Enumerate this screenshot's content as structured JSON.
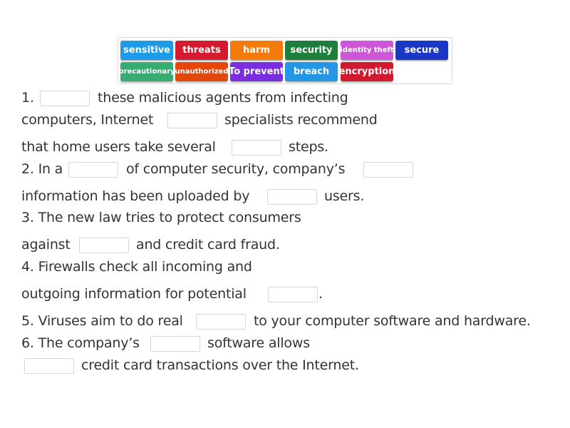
{
  "word_bank": [
    {
      "label": "sensitive",
      "color": "#1e9be8"
    },
    {
      "label": "threats",
      "color": "#d51a2f"
    },
    {
      "label": "harm",
      "color": "#f57a0c"
    },
    {
      "label": "security",
      "color": "#1c7f3c"
    },
    {
      "label": "identity theft",
      "color": "#cc55d8"
    },
    {
      "label": "secure",
      "color": "#1a37c6"
    },
    {
      "label": "precautionary",
      "color": "#36ac71"
    },
    {
      "label": "unauthorized",
      "color": "#e5460b"
    },
    {
      "label": "To prevent",
      "color": "#7a2ee0"
    },
    {
      "label": "breach",
      "color": "#2496e6"
    },
    {
      "label": "encryption",
      "color": "#d11a30"
    }
  ],
  "text": {
    "l1a": "1.",
    "l1b": "these malicious agents from infecting",
    "l2a": "computers, Internet",
    "l2b": "specialists recommend",
    "l3a": "that home users take several",
    "l3b": "steps.",
    "l4a": "2. In a",
    "l4b": "of computer security, company’s",
    "l5a": "information has been uploaded by",
    "l5b": "users.",
    "l6": "3. The new law tries to protect consumers",
    "l7a": "against",
    "l7b": "and credit card fraud.",
    "l8": "4. Firewalls check all incoming and",
    "l9a": "outgoing information for potential",
    "l9b": ".",
    "l10a": "5. Viruses aim to do real",
    "l10b": "to your computer software and hardware.",
    "l11a": "6. The company’s",
    "l11b": "software allows",
    "l12": "credit card transactions over the Internet."
  }
}
